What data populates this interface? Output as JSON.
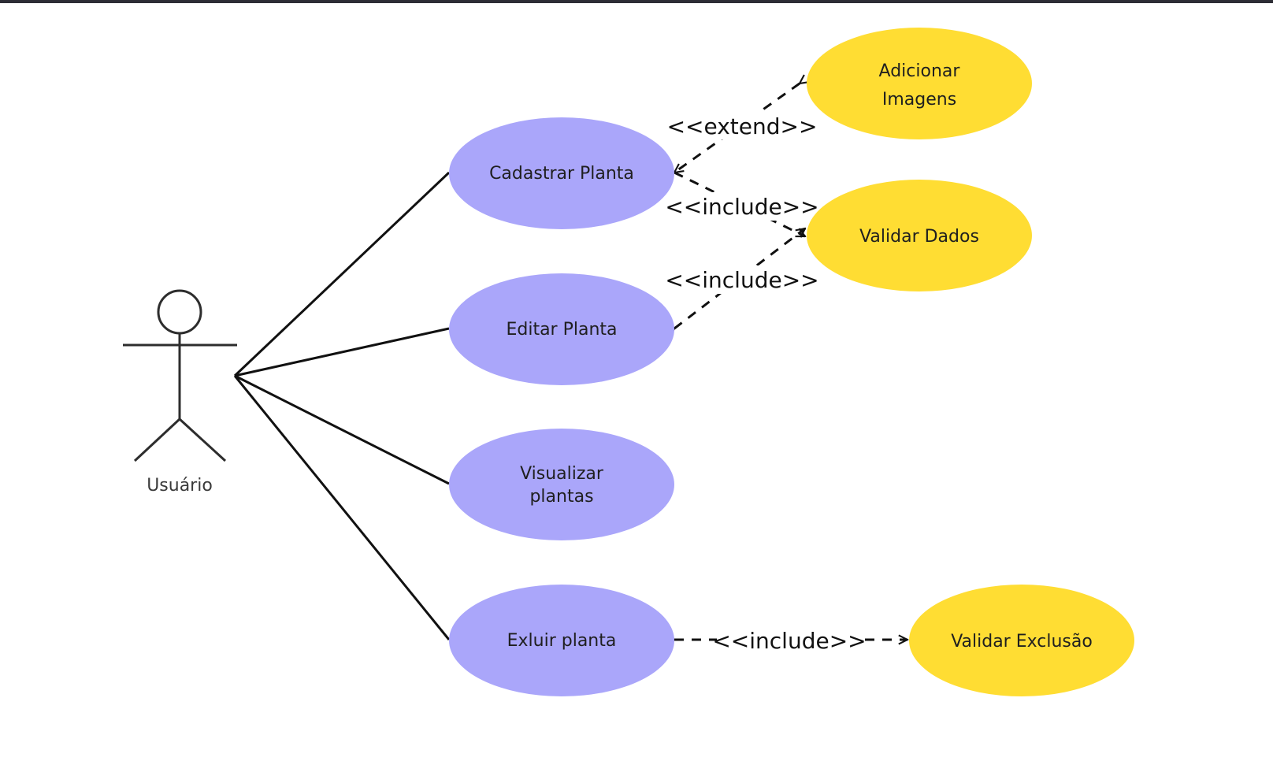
{
  "actor": {
    "name": "Usuário"
  },
  "colors": {
    "primary_use_case": "#aaa6fa",
    "secondary_use_case": "#ffdd33",
    "line": "#111111",
    "actor_stroke": "#2d2d2d",
    "border": "#2d2d35"
  },
  "use_cases": {
    "cadastrar": {
      "label": "Cadastrar Planta"
    },
    "editar": {
      "label": "Editar Planta"
    },
    "visualizar": {
      "line1": "Visualizar",
      "line2": "plantas"
    },
    "excluir": {
      "label": "Exluir planta"
    },
    "adicionar_imagens": {
      "line1": "Adicionar",
      "line2": "Imagens"
    },
    "validar_dados": {
      "label": "Validar Dados"
    },
    "validar_exclusao": {
      "label": "Validar Exclusão"
    }
  },
  "relations": {
    "extend_adicionar": "<<extend>>",
    "include_cadastrar_validar": "<<include>>",
    "include_editar_validar": "<<include>>",
    "include_excluir_validar": "<<include>>"
  }
}
